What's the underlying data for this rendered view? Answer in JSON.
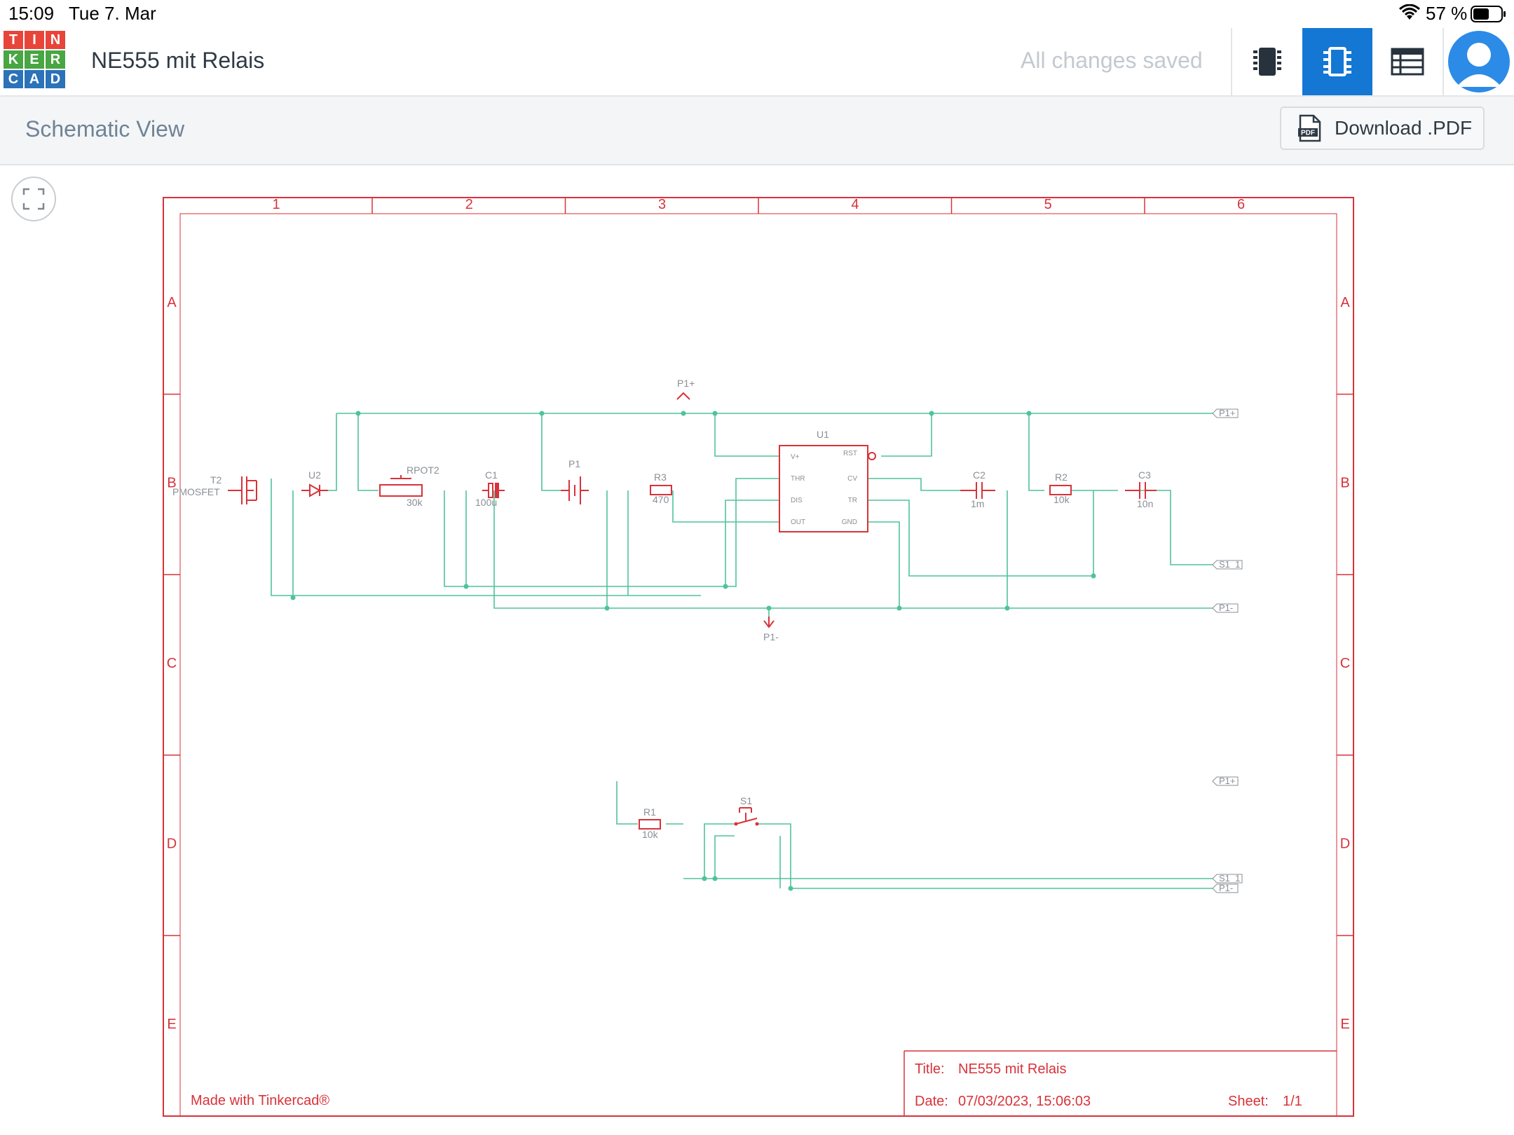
{
  "status_bar": {
    "time": "15:09",
    "date": "Tue 7. Mar",
    "battery": "57 %"
  },
  "header": {
    "logo_letters": [
      "T",
      "I",
      "N",
      "K",
      "E",
      "R",
      "C",
      "A",
      "D"
    ],
    "logo_colors": [
      "#e8443a",
      "#e8443a",
      "#e8443a",
      "#48a643",
      "#48a643",
      "#48a643",
      "#2b72b8",
      "#2b72b8",
      "#2b72b8"
    ],
    "project_name": "NE555 mit Relais",
    "save_status": "All changes saved",
    "accent": "#1477d4"
  },
  "subbar": {
    "view_title": "Schematic View",
    "download_label": "Download .PDF"
  },
  "schematic": {
    "col_labels": [
      "1",
      "2",
      "3",
      "4",
      "5",
      "6"
    ],
    "row_labels": [
      "A",
      "B",
      "C",
      "D",
      "E"
    ],
    "frame_color": "#d8323a",
    "wire_color": "#4fc39a",
    "components": {
      "T2": {
        "ref": "T2",
        "value": "PMOSFET"
      },
      "U2": {
        "ref": "U2"
      },
      "RPOT2": {
        "ref": "RPOT2",
        "value": "30k"
      },
      "C1": {
        "ref": "C1",
        "value": "100u"
      },
      "P1": {
        "ref": "P1"
      },
      "R3": {
        "ref": "R3",
        "value": "470"
      },
      "U1": {
        "ref": "U1",
        "pins": [
          "V+",
          "THR",
          "DIS",
          "OUT",
          "RST",
          "CV",
          "TR",
          "GND"
        ]
      },
      "C2": {
        "ref": "C2",
        "value": "1m"
      },
      "R2": {
        "ref": "R2",
        "value": "10k"
      },
      "C3": {
        "ref": "C3",
        "value": "10n"
      },
      "R1": {
        "ref": "R1",
        "value": "10k"
      },
      "S1": {
        "ref": "S1"
      }
    },
    "net_labels": {
      "p1_plus": "P1+",
      "p1_minus": "P1-",
      "s1": "S1_1"
    },
    "made_with": "Made with Tinkercad®",
    "title_block": {
      "title_label": "Title:",
      "title_value": "NE555 mit Relais",
      "date_label": "Date:",
      "date_value": "07/03/2023, 15:06:03",
      "sheet_label": "Sheet:",
      "sheet_value": "1/1"
    }
  }
}
